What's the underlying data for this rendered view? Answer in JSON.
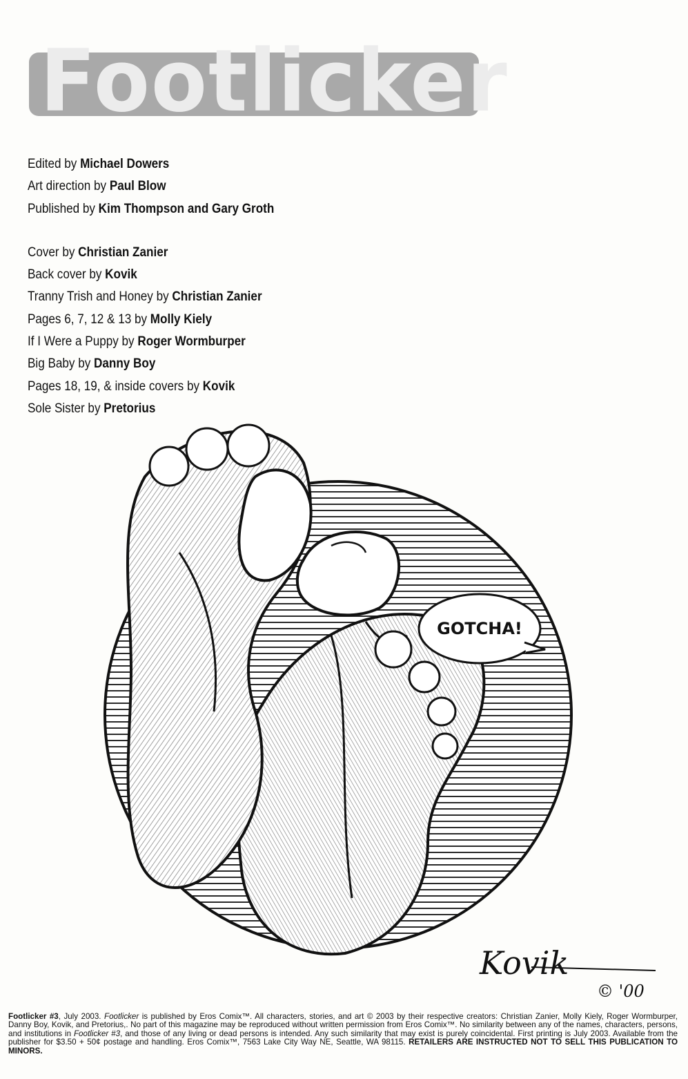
{
  "title": "Footlicker",
  "credits": [
    {
      "role": "Edited by",
      "name": "Michael Dowers"
    },
    {
      "role": "Art direction by",
      "name": "Paul Blow"
    },
    {
      "role": "Published by",
      "name": "Kim Thompson and Gary Groth"
    },
    {
      "role": "Cover by",
      "name": "Christian Zanier"
    },
    {
      "role": "Back cover by",
      "name": "Kovik"
    },
    {
      "role": "Tranny Trish and Honey by",
      "name": "Christian Zanier"
    },
    {
      "role": "Pages 6, 7, 12 & 13 by",
      "name": "Molly Kiely"
    },
    {
      "role": "If I Were a Puppy by",
      "name": "Roger Wormburper"
    },
    {
      "role": "Big Baby by",
      "name": "Danny Boy"
    },
    {
      "role": "Pages 18, 19, & inside covers by",
      "name": "Kovik"
    },
    {
      "role": "Sole Sister by",
      "name": "Pretorius"
    }
  ],
  "illustration": {
    "speech_bubble": "GOTCHA!",
    "signature": "Kovik",
    "copyright": "© '00"
  },
  "footer": {
    "issue": "Footlicker #3",
    "text_1": ", July 2003. ",
    "pub_name": "Footlicker",
    "text_2": " is published by Eros Comix™. All characters, stories, and art © 2003 by their respective creators: Christian Zanier, Molly Kiely, Roger Wormburper, Danny Boy, Kovik, and Pretorius,. No part of this magazine may be reproduced without written permission from Eros Comix™. No similarity between any of the names, characters, persons, and institutions in ",
    "issue_2": "Footlicker #3",
    "text_3": ", and those of any living or dead persons is intended. Any such similarity that may exist is purely coincidental. First printing is July 2003. Available from the publisher for $3.50 + 50¢ postage and handling. Eros Comix™, 7563 Lake City Way NE, Seattle, WA 98115. ",
    "warning": "RETAILERS ARE INSTRUCTED NOT TO SELL THIS PUBLICATION TO MINORS."
  }
}
